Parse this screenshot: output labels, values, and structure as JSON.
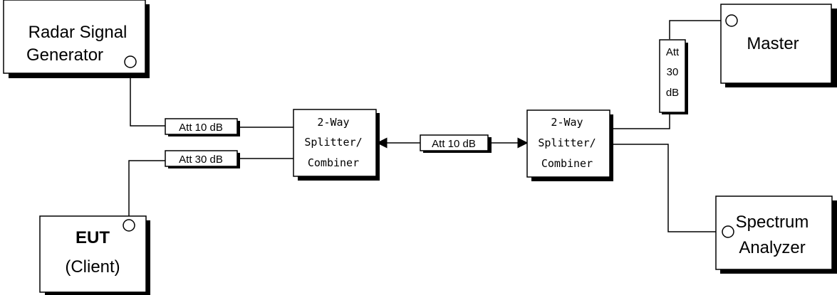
{
  "radar_generator": {
    "line1": "Radar Signal",
    "line2": "Generator"
  },
  "eut": {
    "line1": "EUT",
    "line2": "(Client)"
  },
  "master": {
    "label": "Master"
  },
  "spectrum_analyzer": {
    "line1": "Spectrum",
    "line2": "Analyzer"
  },
  "att_radar": {
    "label": "Att 10 dB"
  },
  "att_eut": {
    "label": "Att 30 dB"
  },
  "att_middle": {
    "label": "Att 10 dB"
  },
  "att_master": {
    "line1": "Att",
    "line2": "30",
    "line3": "dB"
  },
  "splitter_left": {
    "line1": "2-Way",
    "line2": "Splitter/",
    "line3": "Combiner"
  },
  "splitter_right": {
    "line1": "2-Way",
    "line2": "Splitter/",
    "line3": "Combiner"
  }
}
